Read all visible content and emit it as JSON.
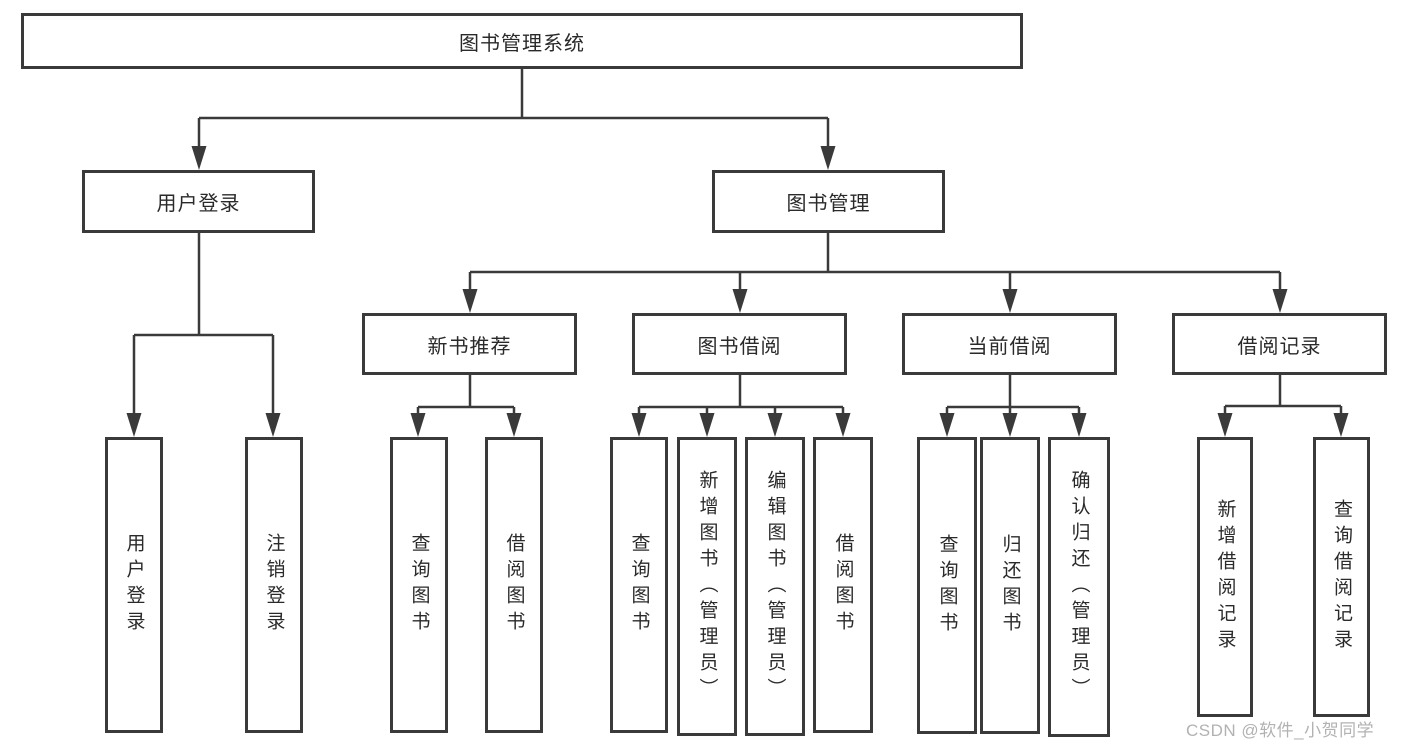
{
  "diagram": {
    "type": "tree",
    "title": "图书管理系统",
    "colors": {
      "line": "#3a3a3a",
      "box_border": "#3a3a3a",
      "box_bg": "#ffffff",
      "text": "#2a2a2a",
      "watermark": "#b2b2b2"
    },
    "nodes": {
      "root": {
        "label": "图书管理系统",
        "level": 1
      },
      "user_login": {
        "label": "用户登录",
        "level": 2,
        "parent": "root"
      },
      "book_management": {
        "label": "图书管理",
        "level": 2,
        "parent": "root"
      },
      "new_book_recommend": {
        "label": "新书推荐",
        "level": 3,
        "parent": "book_management"
      },
      "book_borrowing": {
        "label": "图书借阅",
        "level": 3,
        "parent": "book_management"
      },
      "current_borrowing": {
        "label": "当前借阅",
        "level": 3,
        "parent": "book_management"
      },
      "borrowing_records": {
        "label": "借阅记录",
        "level": 3,
        "parent": "book_management"
      },
      "leaf_user_login": {
        "label": "用户登录",
        "level": 4,
        "parent": "user_login"
      },
      "leaf_logout": {
        "label": "注销登录",
        "level": 4,
        "parent": "user_login"
      },
      "leaf_query_book_recommend": {
        "label": "查询图书",
        "level": 4,
        "parent": "new_book_recommend"
      },
      "leaf_borrow_book_recommend": {
        "label": "借阅图书",
        "level": 4,
        "parent": "new_book_recommend"
      },
      "leaf_query_book_borrowing": {
        "label": "查询图书",
        "level": 4,
        "parent": "book_borrowing"
      },
      "leaf_add_book": {
        "label": "新增图书（管理员）",
        "level": 4,
        "parent": "book_borrowing"
      },
      "leaf_edit_book": {
        "label": "编辑图书（管理员）",
        "level": 4,
        "parent": "book_borrowing"
      },
      "leaf_borrow_book_borrowing": {
        "label": "借阅图书",
        "level": 4,
        "parent": "book_borrowing"
      },
      "leaf_query_book_current": {
        "label": "查询图书",
        "level": 4,
        "parent": "current_borrowing"
      },
      "leaf_return_book": {
        "label": "归还图书",
        "level": 4,
        "parent": "current_borrowing"
      },
      "leaf_confirm_return": {
        "label": "确认归还（管理员）",
        "level": 4,
        "parent": "current_borrowing"
      },
      "leaf_add_borrow_record": {
        "label": "新增借阅记录",
        "level": 4,
        "parent": "borrowing_records"
      },
      "leaf_query_borrow_record": {
        "label": "查询借阅记录",
        "level": 4,
        "parent": "borrowing_records"
      }
    },
    "watermark": "CSDN @软件_小贺同学"
  }
}
